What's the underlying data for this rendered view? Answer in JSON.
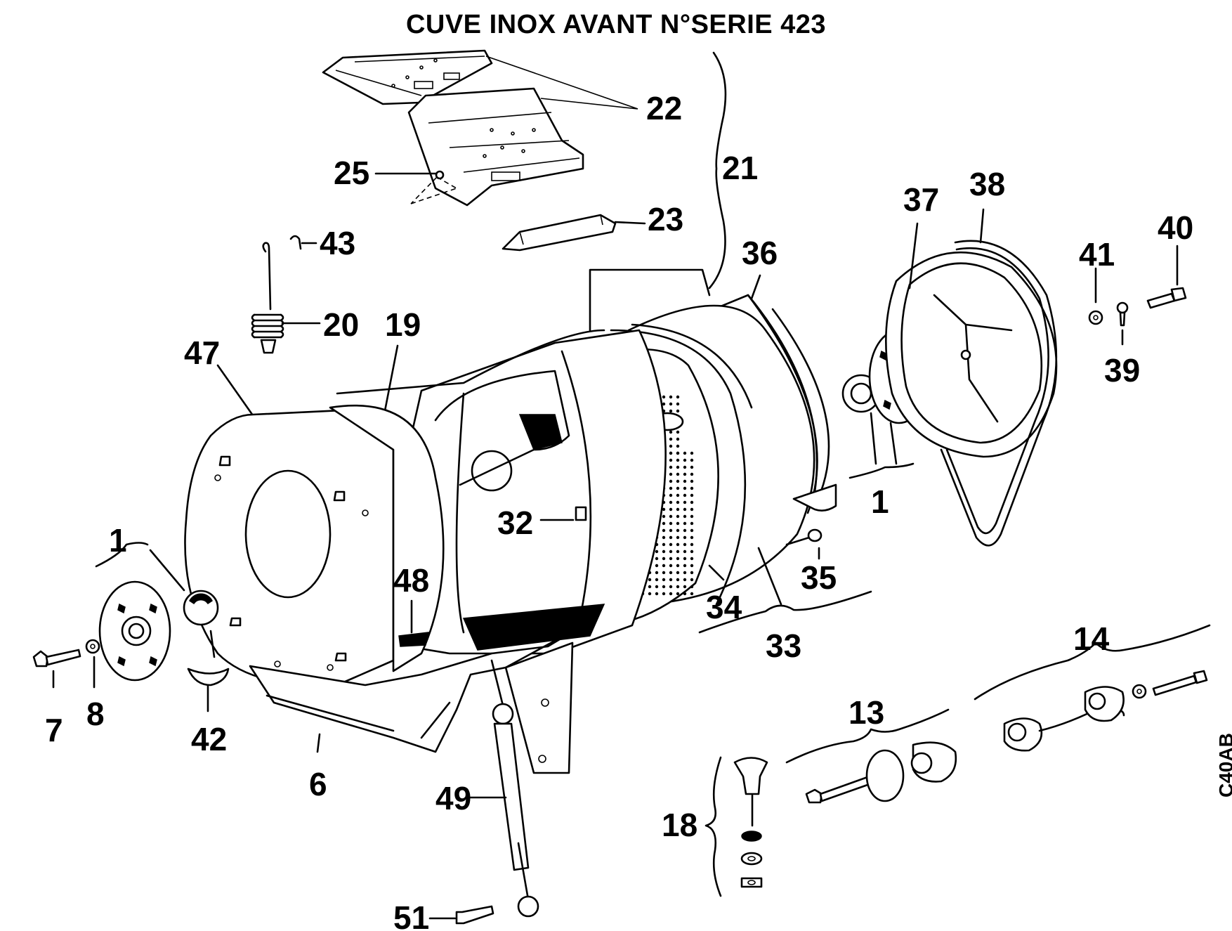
{
  "title": "CUVE INOX AVANT N°SERIE 423",
  "drawing_code": "C40AB",
  "callouts": [
    {
      "id": "c22",
      "label": "22"
    },
    {
      "id": "c21",
      "label": "21"
    },
    {
      "id": "c25",
      "label": "25"
    },
    {
      "id": "c23",
      "label": "23"
    },
    {
      "id": "c43",
      "label": "43"
    },
    {
      "id": "c20",
      "label": "20"
    },
    {
      "id": "c19",
      "label": "19"
    },
    {
      "id": "c47",
      "label": "47"
    },
    {
      "id": "c36",
      "label": "36"
    },
    {
      "id": "c37",
      "label": "37"
    },
    {
      "id": "c38",
      "label": "38"
    },
    {
      "id": "c40",
      "label": "40"
    },
    {
      "id": "c41",
      "label": "41"
    },
    {
      "id": "c39",
      "label": "39"
    },
    {
      "id": "c1r",
      "label": "1"
    },
    {
      "id": "c1l",
      "label": "1"
    },
    {
      "id": "c32",
      "label": "32"
    },
    {
      "id": "c48",
      "label": "48"
    },
    {
      "id": "c35",
      "label": "35"
    },
    {
      "id": "c34",
      "label": "34"
    },
    {
      "id": "c33",
      "label": "33"
    },
    {
      "id": "c14",
      "label": "14"
    },
    {
      "id": "c13",
      "label": "13"
    },
    {
      "id": "c18",
      "label": "18"
    },
    {
      "id": "c7",
      "label": "7"
    },
    {
      "id": "c8",
      "label": "8"
    },
    {
      "id": "c42",
      "label": "42"
    },
    {
      "id": "c6",
      "label": "6"
    },
    {
      "id": "c49",
      "label": "49"
    },
    {
      "id": "c51",
      "label": "51"
    }
  ]
}
